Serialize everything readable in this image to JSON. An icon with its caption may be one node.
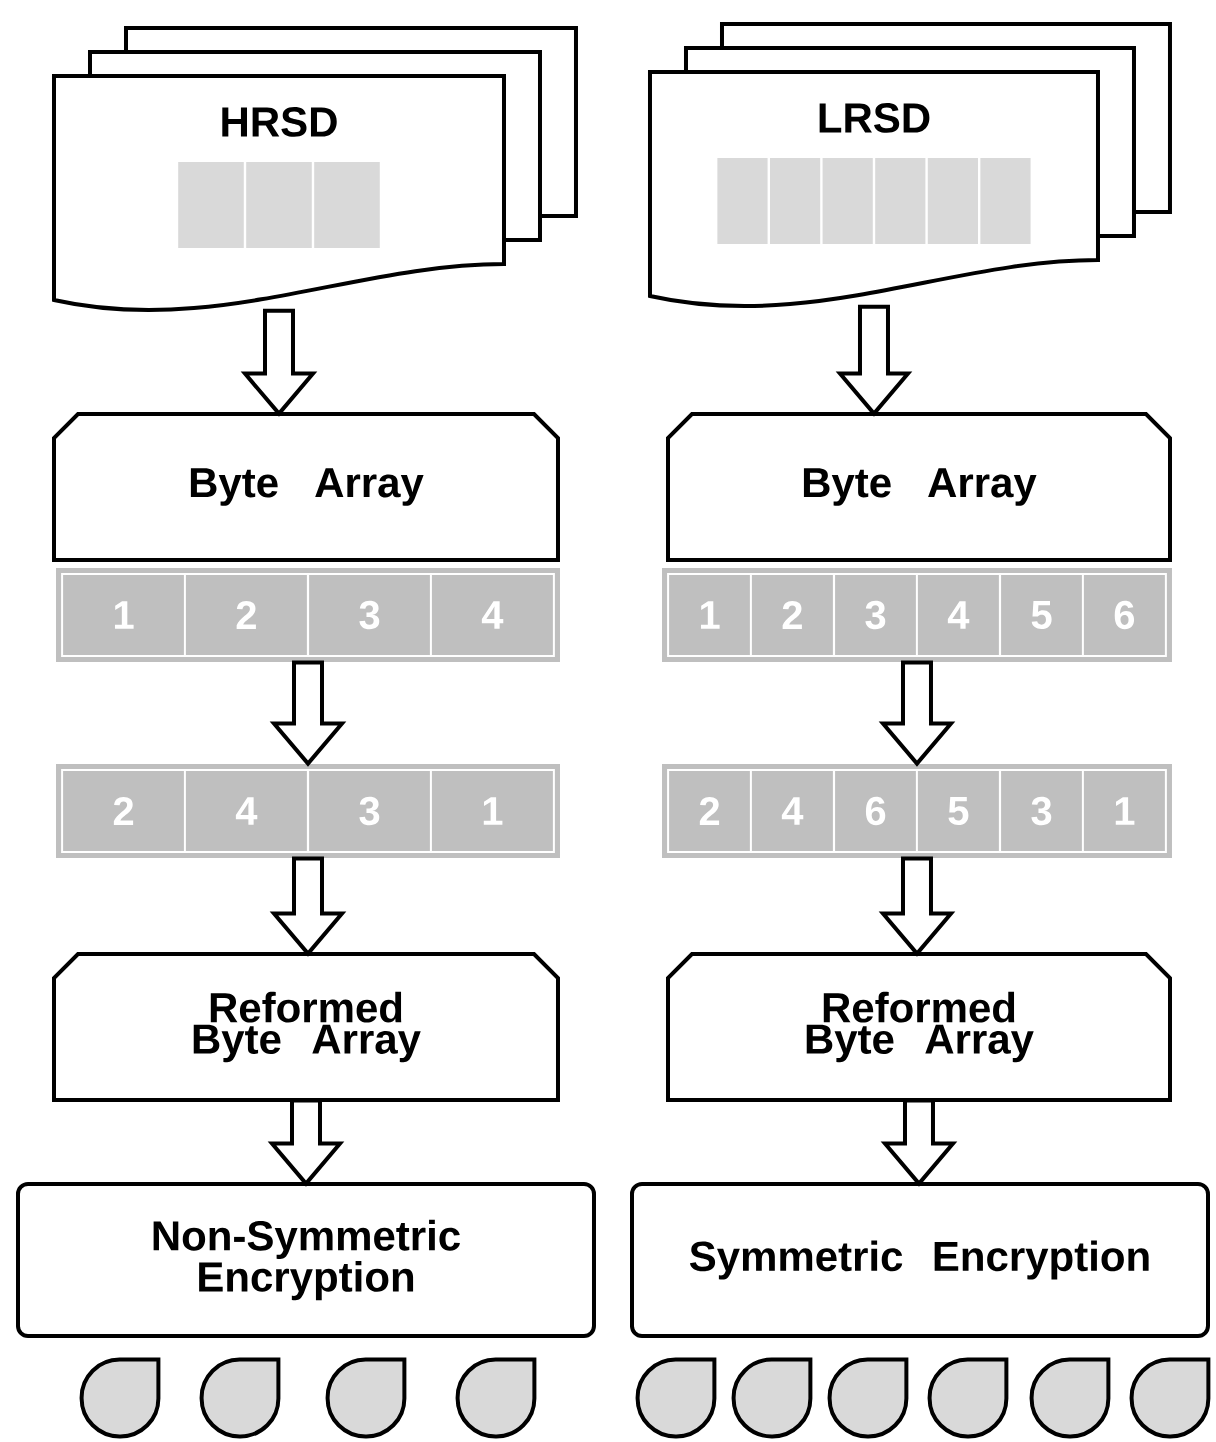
{
  "diagram": {
    "nodes": [
      {
        "text": [
          "HRSD"
        ]
      },
      {
        "text": [
          "Byte Array"
        ]
      },
      {
        "text": [],
        "shape": "bar"
      },
      {
        "text": [
          "1"
        ],
        "in": 2
      },
      {
        "text": [
          "2"
        ],
        "in": 2
      },
      {
        "text": [
          "3"
        ],
        "in": 2
      },
      {
        "text": [
          "4"
        ],
        "in": 2
      },
      {
        "text": [],
        "shape": "bar"
      },
      {
        "text": [
          "2"
        ],
        "in": 7
      },
      {
        "text": [
          "4"
        ],
        "in": 7
      },
      {
        "text": [
          "3"
        ],
        "in": 7
      },
      {
        "text": [
          "1"
        ],
        "in": 7
      },
      {
        "text": [
          "Reformed Byte Array"
        ]
      },
      {
        "text": [
          "Non-Symmetric Encryption"
        ]
      },
      {
        "text": [
          "LRSD"
        ]
      },
      {
        "text": [
          "Byte Array"
        ]
      },
      {
        "text": [],
        "shape": "bar"
      },
      {
        "text": [
          "1"
        ],
        "in": 16
      },
      {
        "text": [
          "2"
        ],
        "in": 16
      },
      {
        "text": [
          "3"
        ],
        "in": 16
      },
      {
        "text": [
          "4"
        ],
        "in": 16
      },
      {
        "text": [
          "5"
        ],
        "in": 16
      },
      {
        "text": [
          "6"
        ],
        "in": 16
      },
      {
        "text": [],
        "shape": "bar"
      },
      {
        "text": [
          "2"
        ],
        "in": 23
      },
      {
        "text": [
          "4"
        ],
        "in": 23
      },
      {
        "text": [
          "6"
        ],
        "in": 23
      },
      {
        "text": [
          "5"
        ],
        "in": 23
      },
      {
        "text": [
          "3"
        ],
        "in": 23
      },
      {
        "text": [
          "1"
        ],
        "in": 23
      },
      {
        "text": [
          "Reformed Byte Array"
        ]
      },
      {
        "text": [
          "Symmetric Encryption"
        ]
      },
      {
        "text": [],
        "shape": "drop"
      },
      {
        "text": [],
        "shape": "drop"
      },
      {
        "text": [],
        "shape": "drop"
      },
      {
        "text": [],
        "shape": "drop"
      },
      {
        "text": [],
        "shape": "drop"
      },
      {
        "text": [],
        "shape": "drop"
      },
      {
        "text": [],
        "shape": "drop"
      },
      {
        "text": [],
        "shape": "drop"
      },
      {
        "text": [],
        "shape": "drop"
      },
      {
        "text": [],
        "shape": "drop"
      }
    ],
    "edges": [
      {
        "from": 0,
        "to": 1,
        "arrow": "to"
      },
      {
        "from": 2,
        "to": 7,
        "arrow": "to"
      },
      {
        "from": 7,
        "to": 12,
        "arrow": "to"
      },
      {
        "from": 12,
        "to": 13,
        "arrow": "to"
      },
      {
        "from": 14,
        "to": 15,
        "arrow": "to"
      },
      {
        "from": 16,
        "to": 23,
        "arrow": "to"
      },
      {
        "from": 23,
        "to": 30,
        "arrow": "to"
      },
      {
        "from": 30,
        "to": 31,
        "arrow": "to"
      }
    ]
  }
}
